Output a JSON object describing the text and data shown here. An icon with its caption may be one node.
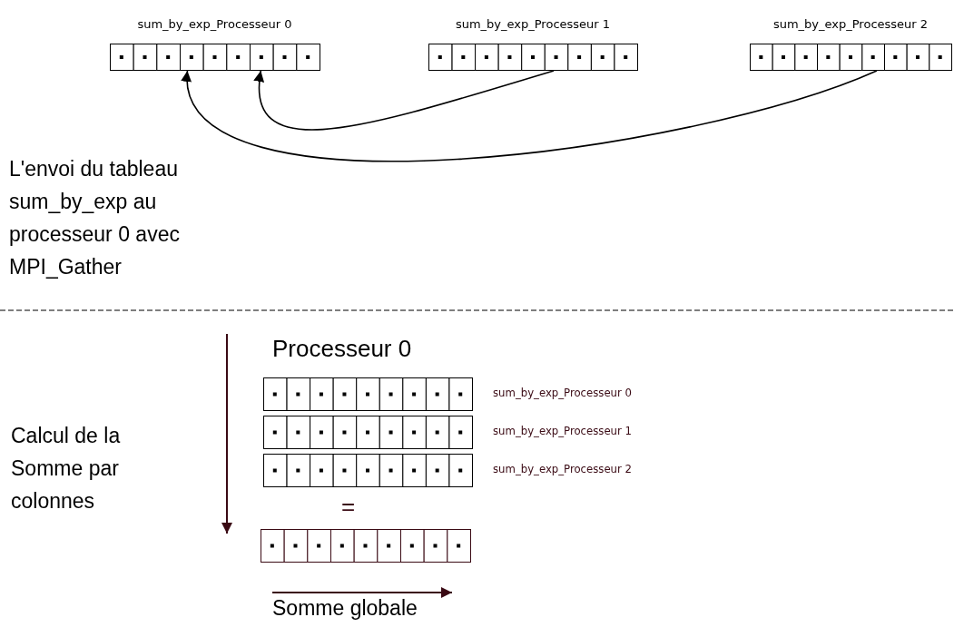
{
  "diagram": {
    "nodes": [
      {
        "text": [
          "sum_by_exp_Processeur 0"
        ]
      },
      {
        "text": [
          "sum_by_exp_Processeur 1"
        ]
      },
      {
        "text": [
          "sum_by_exp_Processeur 2"
        ]
      },
      {
        "text": [],
        "shape": "bar",
        "beside": [
          "sum_by_exp_Processeur 0"
        ]
      },
      {
        "text": [],
        "shape": "bar",
        "beside": [
          "sum_by_exp_Processeur 1"
        ]
      },
      {
        "text": [],
        "shape": "bar",
        "beside": [
          "sum_by_exp_Processeur 2"
        ]
      },
      {
        "text": [],
        "shape": "bar"
      }
    ],
    "edges": [
      {
        "from": 1,
        "to": 0,
        "arrow": "to"
      },
      {
        "from": 2,
        "to": 0,
        "arrow": "to"
      }
    ],
    "labels": [
      "L'envoi du tableau sum_by_exp au processeur 0 avec MPI_Gather",
      "Processeur 0",
      "Calcul de la Somme par colonnes",
      "=",
      "Somme globale"
    ]
  }
}
